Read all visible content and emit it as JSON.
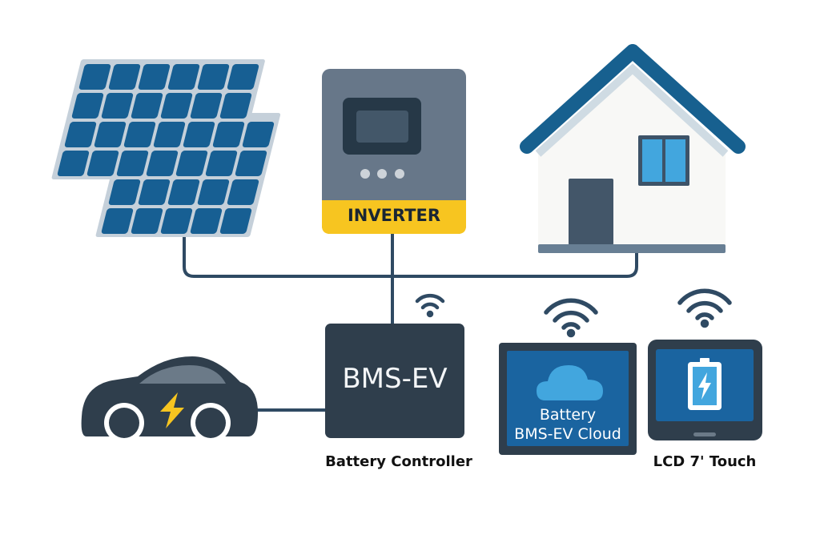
{
  "title": "Solar + BMS-EV energy system",
  "inverter": {
    "label": "INVERTER"
  },
  "bms": {
    "label": "BMS-EV",
    "caption": "Battery Controller"
  },
  "cloud_device": {
    "line1": "Battery",
    "line2": "BMS-EV Cloud"
  },
  "touch_device": {
    "caption": "LCD 7' Touch"
  },
  "colors": {
    "navy": "#2f3e4c",
    "blue": "#1a64a0",
    "light_blue": "#42a6de",
    "yellow": "#f7c520",
    "gray": "#677789",
    "line": "#2f4a63"
  },
  "icons": [
    "solar-panel-icon",
    "inverter-icon",
    "house-icon",
    "car-icon",
    "lightning-icon",
    "wifi-icon",
    "cloud-icon",
    "battery-icon"
  ]
}
